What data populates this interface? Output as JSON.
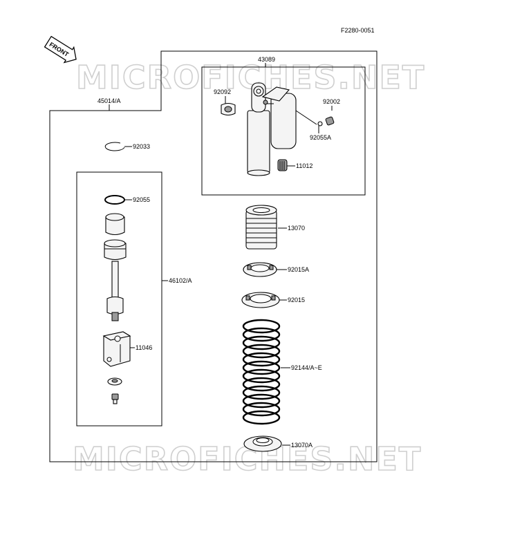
{
  "code": "F2280-0051",
  "front_label": "FRONT",
  "watermark": "MICROFICHES.NET",
  "labels": {
    "p43089": "43089",
    "p45014": "45014/A",
    "p92092": "92092",
    "p92002": "92002",
    "p92055A": "92055A",
    "p11012": "11012",
    "p92033": "92033",
    "p92055": "92055",
    "p13070": "13070",
    "p92015A": "92015A",
    "p92015": "92015",
    "p46102": "46102/A",
    "p11046": "11046",
    "p92144": "92144/A~E",
    "p13070A": "13070A"
  }
}
